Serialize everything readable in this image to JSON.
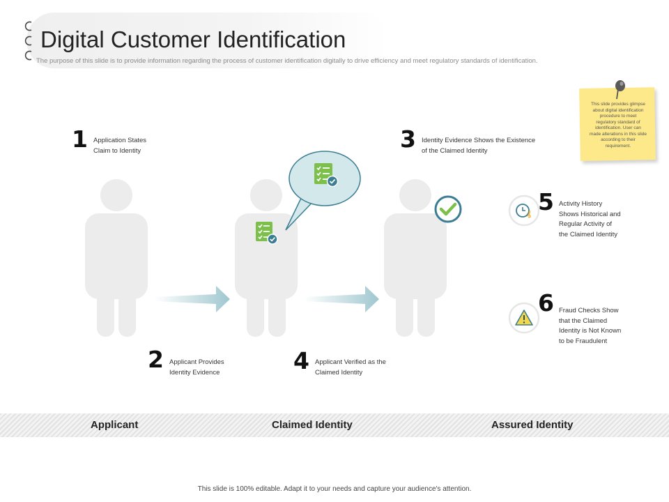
{
  "header": {
    "title": "Digital Customer Identification",
    "subtitle": "The purpose of this slide is to provide information regarding the process of customer identification digitally to drive efficiency and meet regulatory standards of identification."
  },
  "steps": [
    {
      "number": "1",
      "text": [
        "Application States",
        "Claim to Identity"
      ]
    },
    {
      "number": "2",
      "text": [
        "Applicant Provides",
        "Identity Evidence"
      ]
    },
    {
      "number": "3",
      "text": [
        "Identity Evidence Shows the Existence",
        "of the Claimed Identity"
      ]
    },
    {
      "number": "4",
      "text": [
        "Applicant Verified as the",
        "Claimed Identity"
      ]
    },
    {
      "number": "5",
      "text": [
        "Activity History",
        "Shows Historical and",
        "Regular Activity of",
        "the Claimed Identity"
      ]
    },
    {
      "number": "6",
      "text": [
        "Fraud Checks Show",
        "that the Claimed",
        "Identity is Not Known",
        "to be Fraudulent"
      ]
    }
  ],
  "stages": [
    "Applicant",
    "Claimed Identity",
    "Assured Identity"
  ],
  "sticky_note": {
    "text": [
      "This slide provides glimpse",
      "about digital identification",
      "procedure to meet",
      "regulatory standard of",
      "identification. User can",
      "made alterations in this slide",
      "according to their",
      "requirement."
    ]
  },
  "footer": "This slide is 100% editable. Adapt it to your needs and capture your audience's attention.",
  "icons": {
    "document": "checklist-document-icon",
    "verified": "checkmark-circle-icon",
    "history": "clock-history-icon",
    "fraud": "warning-triangle-icon",
    "pin": "pushpin-icon"
  },
  "colors": {
    "figure": "#ececec",
    "doc_green": "#7cc04b",
    "badge_blue": "#3b7d93",
    "bubble": "#d3e8ea",
    "arrow": "#9fc7cf",
    "warning_yellow": "#f3d64b",
    "note_yellow": "#fde98a"
  }
}
